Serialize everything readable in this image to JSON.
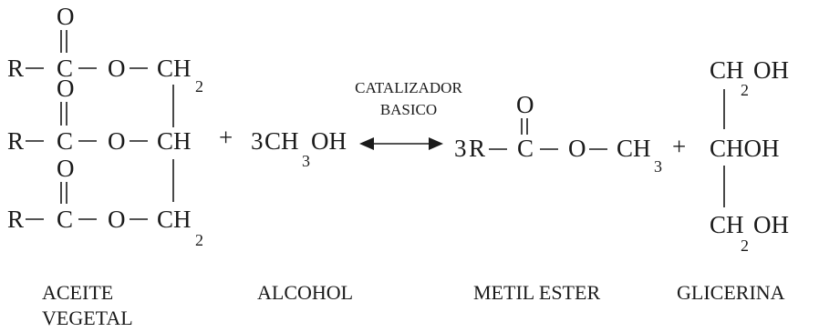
{
  "reaction": {
    "atoms": {
      "O": "O",
      "R": "R",
      "C": "C",
      "CH": "CH",
      "CHOH": "CHOH",
      "OH": "OH",
      "plus": "+",
      "coef3": "3",
      "sub2": "2",
      "sub3": "3"
    },
    "catalyst": {
      "line1": "CATALIZADOR",
      "line2": "BASICO"
    },
    "labels": {
      "vegetable_oil_line1": "ACEITE",
      "vegetable_oil_line2": "VEGETAL",
      "alcohol": "ALCOHOL",
      "methyl_ester": "METIL ESTER",
      "glycerin": "GLICERINA"
    },
    "colors": {
      "ink": "#1a1a1a",
      "background": "#ffffff"
    }
  }
}
